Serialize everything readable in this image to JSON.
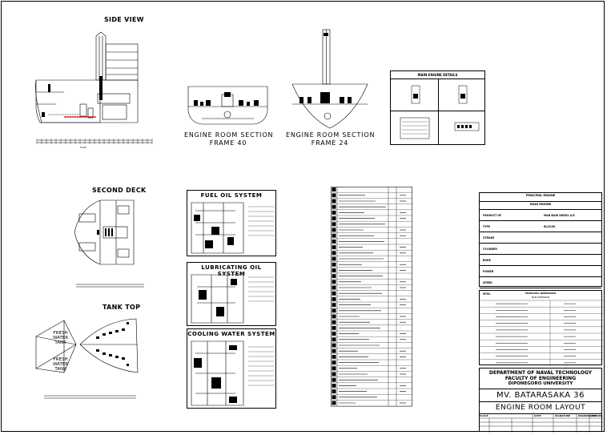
{
  "views": {
    "side_view": "SIDE VIEW",
    "second_deck": "SECOND DECK",
    "tank_top": "TANK TOP",
    "frame40_line1": "ENGINE ROOM SECTION",
    "frame40_line2": "FRAME 40",
    "frame24_line1": "ENGINE ROOM SECTION",
    "frame24_line2": "FRAME 24",
    "fresh_water_1": "FRESH\nWATER\nTANK",
    "fresh_water_2": "FRESH\nWATER\nTANK"
  },
  "systems": {
    "fuel_oil": "FUEL OIL SYSTEM",
    "lubricating_oil": "LUBRICATING OIL SYSTEM",
    "cooling_water": "COOLING WATER SYSTEM"
  },
  "main_engine_details": {
    "title": "MAIN ENGINE DETAILS"
  },
  "principal_engine": {
    "title": "PRINCIPAL ENGINE",
    "subtitle": "MAIN ENGINE",
    "rows": [
      [
        "PRODUCT OF",
        "MAN B&W DIESEL A/S"
      ],
      [
        "TYPE",
        "6L23/30"
      ],
      [
        "STROKE",
        ""
      ],
      [
        "CYLINDER",
        ""
      ],
      [
        "BORE",
        ""
      ],
      [
        "POWER",
        ""
      ],
      [
        "SPEED",
        ""
      ],
      [
        "SFOC",
        ""
      ]
    ]
  },
  "principal_dimension": {
    "title": "PRINCIPAL DIMENSION",
    "subtitle": "MAIN DIMENSION",
    "rows": 10
  },
  "title_block": {
    "department": "DEPARTMENT OF NAVAL TECHNOLOGY",
    "faculty": "FACULTY OF ENGINEERING",
    "university": "DIPONEGORO UNIVERSITY",
    "ship": "MV. BATARASAKA 36",
    "drawing": "ENGINE ROOM LAYOUT",
    "col_scale": "SCALE",
    "col_date": "DATE",
    "col_signature": "SIGNATURE",
    "col_drawing_no": "DRAWING NO.",
    "col_remark": "REMARK"
  },
  "equipment_table": {
    "rows": 37
  }
}
